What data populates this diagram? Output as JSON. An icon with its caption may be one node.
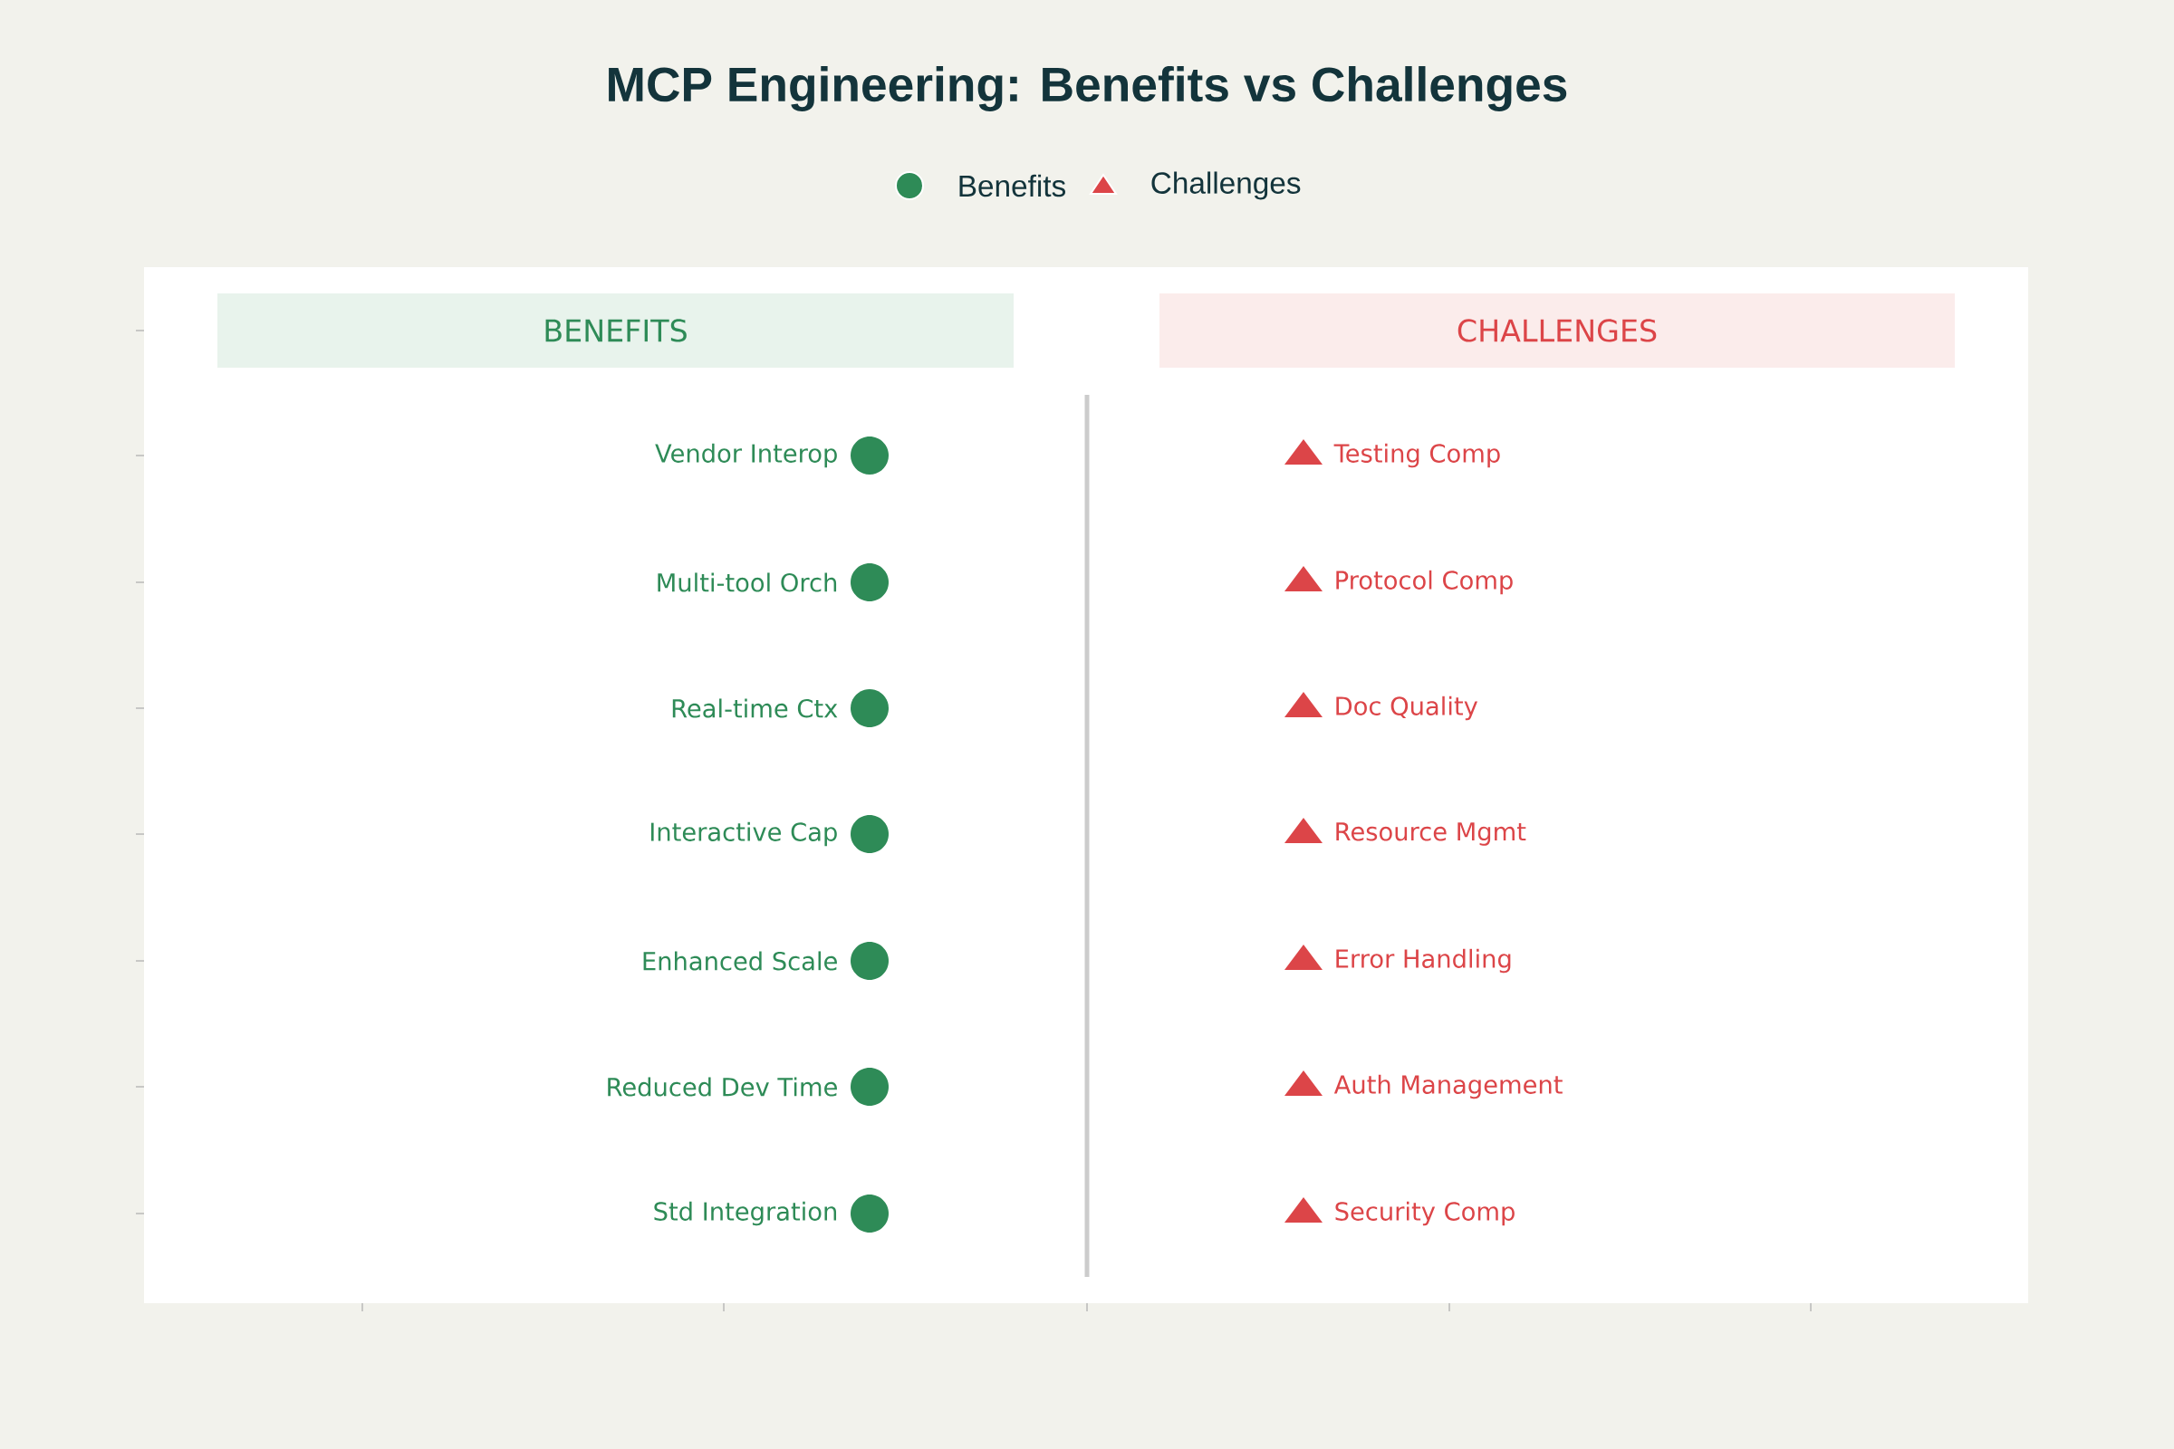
{
  "diagram": {
    "title": "MCP Engineering: Benefits vs Challenges",
    "nodes": [
      {
        "text": [
          "BENEFITS"
        ]
      },
      {
        "text": [
          "CHALLENGES"
        ]
      }
    ],
    "edges": [],
    "labels": [
      "Vendor Interop",
      "Multi-tool Orch",
      "Real-time Ctx",
      "Interactive Cap",
      "Enhanced Scale",
      "Reduced Dev Time",
      "Std Integration",
      "Testing Comp",
      "Protocol Comp",
      "Doc Quality",
      "Resource Mgmt",
      "Error Handling",
      "Auth Management",
      "Security Comp"
    ],
    "legend": [
      {
        "text": "Benefits"
      },
      {
        "text": "Challenges"
      }
    ]
  }
}
